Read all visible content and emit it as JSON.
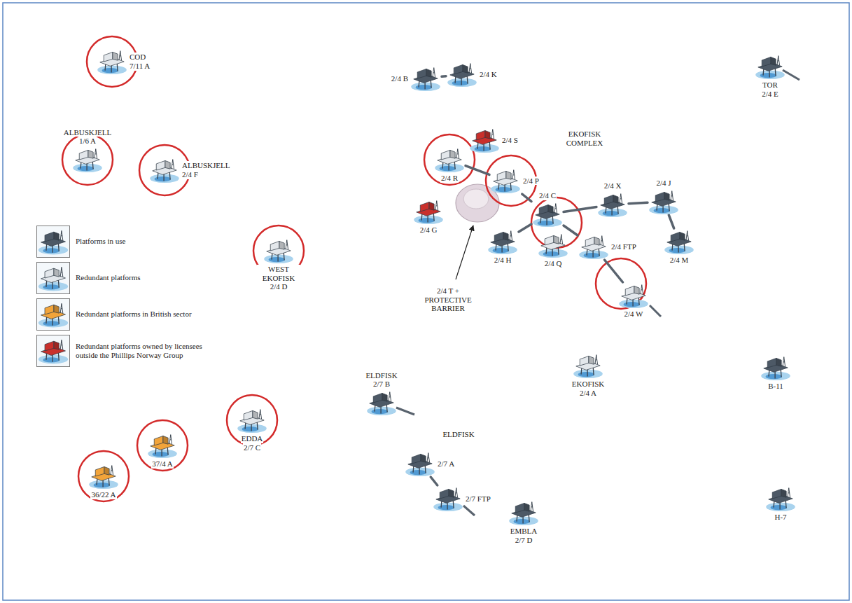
{
  "diagram": {
    "nodes": [
      {
        "text": [
          "COD",
          "7/11 A"
        ]
      },
      {
        "text": [
          "ALBUSKJELL",
          "1/6 A"
        ]
      },
      {
        "text": [
          "ALBUSKJELL",
          "2/4 F"
        ]
      },
      {
        "text": [
          "WEST EKOFISK",
          "2/4 D"
        ]
      },
      {
        "text": [
          "2/4 B"
        ]
      },
      {
        "text": [
          "2/4 K"
        ]
      },
      {
        "text": [
          "TOR",
          "2/4 E"
        ]
      },
      {
        "text": [
          "2/4 S"
        ]
      },
      {
        "text": [
          "2/4 R"
        ]
      },
      {
        "text": [
          "2/4 P"
        ]
      },
      {
        "text": [
          "2/4 C"
        ]
      },
      {
        "text": [
          "2/4 X"
        ]
      },
      {
        "text": [
          "2/4 J"
        ]
      },
      {
        "text": [
          "2/4 M"
        ]
      },
      {
        "text": [
          "2/4 G"
        ]
      },
      {
        "text": [
          "2/4 H"
        ]
      },
      {
        "text": [
          "2/4 Q"
        ]
      },
      {
        "text": [
          "2/4 FTP"
        ]
      },
      {
        "text": [
          "2/4 W"
        ]
      },
      {
        "text": [
          "ELDFISK",
          "2/7 B"
        ]
      },
      {
        "text": [
          "2/7 A"
        ]
      },
      {
        "text": [
          "2/7 FTP"
        ]
      },
      {
        "text": [
          "EMBLA",
          "2/7 D"
        ]
      },
      {
        "text": [
          "EKOFISK",
          "2/4 A"
        ]
      },
      {
        "text": [
          "B-11"
        ]
      },
      {
        "text": [
          "H-7"
        ]
      },
      {
        "text": [
          "EDDA",
          "2/7 C"
        ]
      },
      {
        "text": [
          "37/4 A"
        ]
      },
      {
        "text": [
          "36/22 A"
        ]
      }
    ],
    "edges": [
      {
        "from": 4,
        "to": 5,
        "arrow": "none"
      },
      {
        "from": 8,
        "to": 9,
        "arrow": "none"
      },
      {
        "from": 9,
        "to": 10,
        "arrow": "none"
      },
      {
        "from": 10,
        "to": 11,
        "arrow": "none"
      },
      {
        "from": 11,
        "to": 12,
        "arrow": "none"
      },
      {
        "from": 12,
        "to": 13,
        "arrow": "none"
      },
      {
        "from": 10,
        "to": 15,
        "arrow": "none"
      },
      {
        "from": 10,
        "to": 17,
        "arrow": "none"
      },
      {
        "from": 17,
        "to": 18,
        "arrow": "none"
      },
      {
        "from": 20,
        "to": 21,
        "arrow": "none"
      }
    ],
    "labels": [
      "EKOFISK COMPLEX",
      "2/4 T + PROTECTIVE BARRIER",
      "ELDFISK"
    ],
    "legend": [
      {
        "text": "Platforms in use",
        "color": "#4d5966"
      },
      {
        "text": "Redundant platforms",
        "color": "#e3e7eb"
      },
      {
        "text": "Redundant platforms in British sector",
        "color": "#f2a43a"
      },
      {
        "text": "Redundant platforms owned by licensees outside the Phillips Norway Group",
        "color": "#c9302c"
      }
    ]
  }
}
